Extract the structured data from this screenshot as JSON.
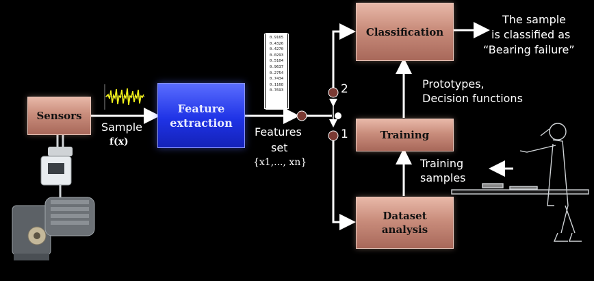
{
  "boxes": {
    "sensors": "Sensors",
    "feature_extraction_1": "Feature",
    "feature_extraction_2": "extraction",
    "classification": "Classification",
    "training": "Training",
    "dataset_analysis_1": "Dataset",
    "dataset_analysis_2": "analysis"
  },
  "labels": {
    "sample": "Sample",
    "sample_fx": "f(x)",
    "features_1": "Features",
    "features_2": "set",
    "features_set": "{x1,..., xn}",
    "switch_2": "2",
    "switch_1": "1",
    "prototypes_1": "Prototypes,",
    "prototypes_2": "Decision functions",
    "training_samples_1": "Training",
    "training_samples_2": "samples",
    "result_1": "The sample",
    "result_2": "is classified as",
    "result_3": "“Bearing failure”"
  },
  "feature_vector": [
    "0.9165",
    "0.4326",
    "0.4270",
    "0.0293",
    "0.5104",
    "0.9637",
    "0.2754",
    "0.7434",
    "0.1168",
    "0.7693"
  ],
  "colors": {
    "background": "#000000",
    "box_brown": "#c98d7c",
    "box_blue": "#1f33e6",
    "switch_dot": "#7a3a33",
    "signal": "#f2f21a"
  }
}
